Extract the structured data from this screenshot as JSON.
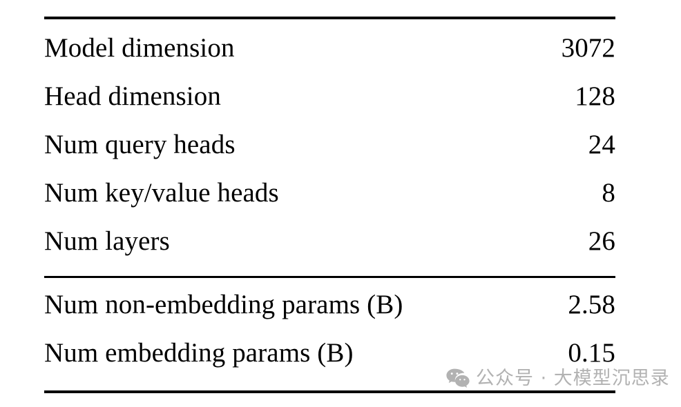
{
  "figure": {
    "kind": "booktabs-table",
    "background_color": "#ffffff",
    "text_color": "#000000",
    "rule_color": "#000000"
  },
  "table": {
    "columns": [
      "parameter",
      "value"
    ],
    "sections": [
      {
        "name": "architecture",
        "rows": [
          {
            "label": "Model dimension",
            "value": "3072"
          },
          {
            "label": "Head dimension",
            "value": "128"
          },
          {
            "label": "Num query heads",
            "value": "24"
          },
          {
            "label": "Num key/value heads",
            "value": "8"
          },
          {
            "label": "Num layers",
            "value": "26"
          }
        ]
      },
      {
        "name": "parameter-counts",
        "rows": [
          {
            "label": "Num non-embedding params (B)",
            "value": "2.58"
          },
          {
            "label": "Num embedding params (B)",
            "value": "0.15"
          }
        ]
      }
    ],
    "flat_rows": [
      {
        "label": "Model dimension",
        "value": "3072"
      },
      {
        "label": "Head dimension",
        "value": "128"
      },
      {
        "label": "Num query heads",
        "value": "24"
      },
      {
        "label": "Num key/value heads",
        "value": "8"
      },
      {
        "label": "Num layers",
        "value": "26"
      },
      {
        "label": "Num non-embedding params (B)",
        "value": "2.58"
      },
      {
        "label": "Num embedding params (B)",
        "value": "0.15"
      }
    ]
  },
  "watermark": {
    "text": "公众号 · 大模型沉思录",
    "icon": "wechat-icon",
    "color": "#b2b2b2"
  }
}
